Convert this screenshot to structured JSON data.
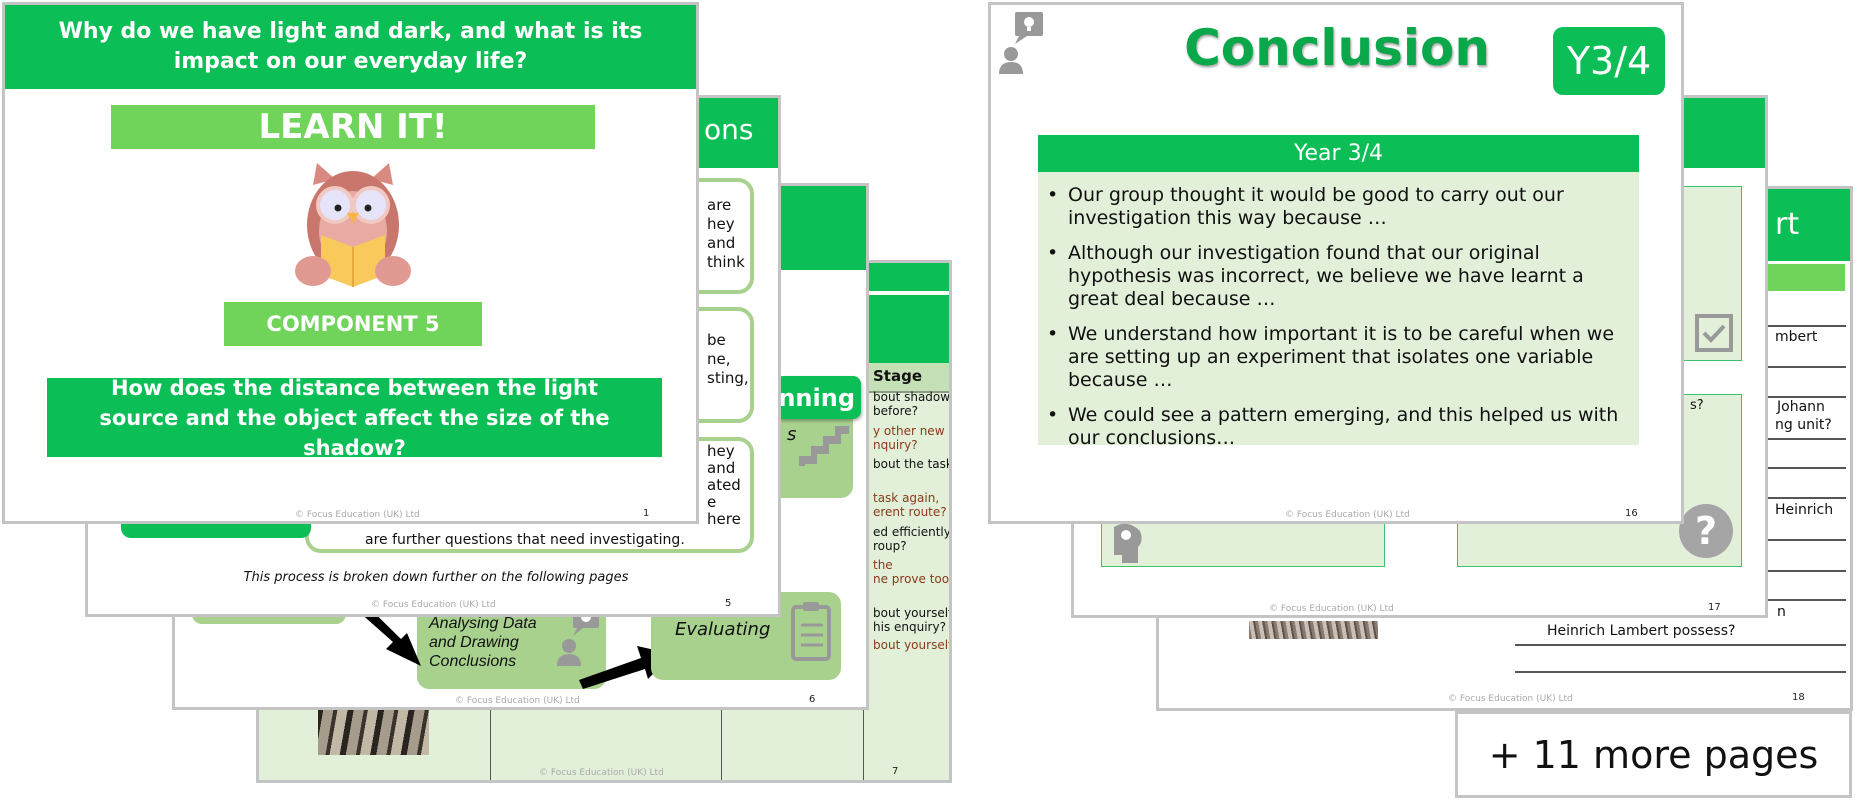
{
  "colors": {
    "green": "#0bbf56",
    "light_green": "#70d45a",
    "pale_green": "#e2efd9",
    "pill_green": "#a9d18e",
    "brown_text": "#8b3a1a"
  },
  "footer": "© Focus Education (UK) Ltd",
  "slide1": {
    "title": "Why do we have light and dark, and what is its impact on our everyday life?",
    "learn_label": "LEARN IT!",
    "component_label": "COMPONENT 5",
    "question": "How does the distance between the light source and the object affect the size of the shadow?",
    "page": "1"
  },
  "slide5": {
    "title_fragment": "ons",
    "box1": [
      "are",
      "hey",
      "and",
      "think"
    ],
    "box2": [
      "be",
      "ne,",
      "sting,"
    ],
    "box3": [
      "hey",
      "and",
      "ated",
      "e",
      "here"
    ],
    "box3_last": "are further questions that need investigating.",
    "note": "This process is broken down further on the following pages",
    "page": "5"
  },
  "slide6": {
    "planning_fragment": "nning",
    "stairs_fragment": "s",
    "analysing": "Analysing Data and Drawing Conclusions",
    "evaluating": "Evaluating",
    "page": "6"
  },
  "slide7": {
    "column_header": "Stage",
    "lines": [
      {
        "text": "bout shadows",
        "tone": "dark"
      },
      {
        "text": "before?",
        "tone": "dark"
      },
      {
        "text": "y other new",
        "tone": "brown"
      },
      {
        "text": "nquiry?",
        "tone": "brown"
      },
      {
        "text": "bout the task",
        "tone": "dark"
      },
      {
        "text": "task again,",
        "tone": "brown"
      },
      {
        "text": "erent route?",
        "tone": "brown"
      },
      {
        "text": "ed efficiently",
        "tone": "dark"
      },
      {
        "text": "roup?",
        "tone": "dark"
      },
      {
        "text": "the",
        "tone": "brown"
      },
      {
        "text": "ne prove too",
        "tone": "brown"
      },
      {
        "text": "bout yourself",
        "tone": "dark"
      },
      {
        "text": "his enquiry?",
        "tone": "dark"
      },
      {
        "text": "bout yourself",
        "tone": "brown"
      }
    ],
    "page": "7"
  },
  "slide16": {
    "title": "Conclusion",
    "badge": "Y3/4",
    "section_header": "Year 3/4",
    "bullets": [
      "Our group thought it would be good to carry out our investigation this way because …",
      "Although our investigation found that our original hypothesis was incorrect, we believe we have learnt a great deal because …",
      "We understand how important it is to be careful when we are setting up an experiment that isolates one variable because …",
      "We could see a pattern emerging, and this helped us with our conclusions…"
    ],
    "page": "16"
  },
  "slide17": {
    "question_fragment": "s?",
    "page": "17"
  },
  "slide18": {
    "title_fragment": "rt",
    "fragments": [
      "mbert",
      "Johann",
      "ng unit?",
      "Heinrich",
      "n"
    ],
    "question": "Heinrich Lambert possess?",
    "page": "18"
  },
  "more_pages": "+ 11 more pages"
}
